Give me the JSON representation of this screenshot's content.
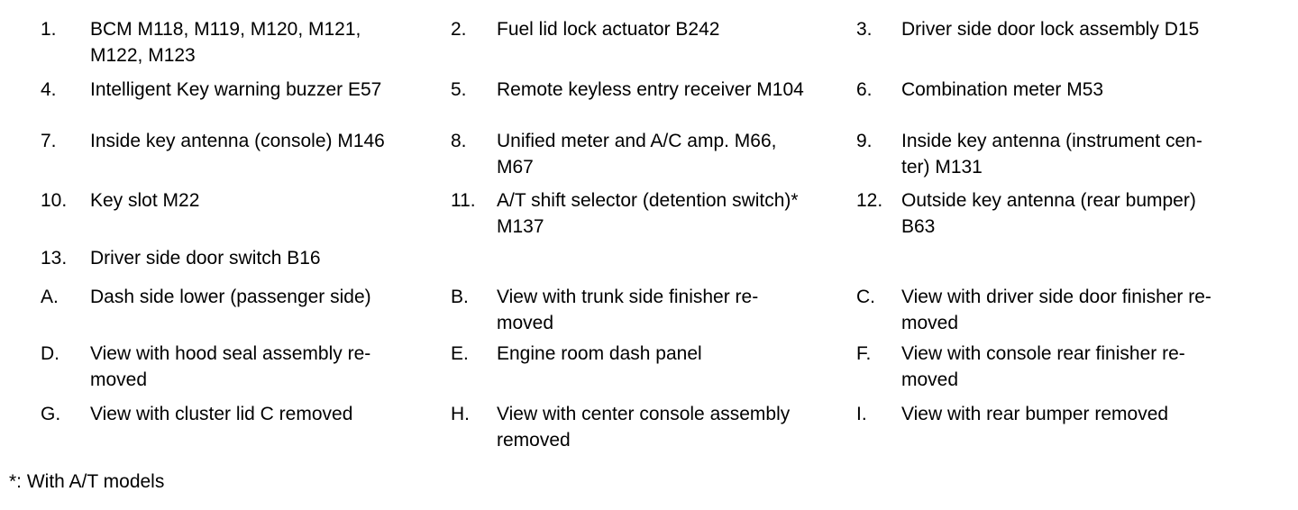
{
  "legend": {
    "rows": [
      {
        "cells": [
          {
            "label": "1.",
            "text": "BCM M118, M119, M120, M121,\nM122, M123"
          },
          {
            "label": "2.",
            "text": "Fuel lid lock actuator B242"
          },
          {
            "label": "3.",
            "text": "Driver side door lock assembly D15"
          }
        ]
      },
      {
        "cells": [
          {
            "label": "4.",
            "text": "Intelligent Key warning buzzer E57"
          },
          {
            "label": "5.",
            "text": "Remote keyless entry receiver M104"
          },
          {
            "label": "6.",
            "text": "Combination meter M53"
          }
        ]
      },
      {
        "cells": [
          {
            "label": "7.",
            "text": "Inside key antenna (console) M146"
          },
          {
            "label": "8.",
            "text": "Unified meter and A/C amp. M66,\nM67"
          },
          {
            "label": "9.",
            "text": "Inside key antenna (instrument cen-\nter) M131"
          }
        ]
      },
      {
        "cells": [
          {
            "label": "10.",
            "text": "Key slot M22"
          },
          {
            "label": "11.",
            "text": "A/T shift selector (detention switch)*\nM137"
          },
          {
            "label": "12.",
            "text": "Outside key antenna (rear bumper)\nB63"
          }
        ]
      },
      {
        "cells": [
          {
            "label": "13.",
            "text": "Driver side door switch B16"
          },
          null,
          null
        ]
      },
      {
        "cells": [
          {
            "label": "A.",
            "text": "Dash side lower (passenger side)"
          },
          {
            "label": "B.",
            "text": "View with trunk side finisher re-\nmoved"
          },
          {
            "label": "C.",
            "text": "View with driver side door finisher re-\nmoved"
          }
        ]
      },
      {
        "cells": [
          {
            "label": "D.",
            "text": "View with hood seal assembly re-\nmoved"
          },
          {
            "label": "E.",
            "text": "Engine room dash panel"
          },
          {
            "label": "F.",
            "text": "View with console rear finisher re-\nmoved"
          }
        ]
      },
      {
        "cells": [
          {
            "label": "G.",
            "text": "View with cluster lid C removed"
          },
          {
            "label": "H.",
            "text": "View with center console assembly\nremoved"
          },
          {
            "label": "I.",
            "text": "View with rear bumper removed"
          }
        ]
      }
    ],
    "footnote": "*: With A/T models",
    "text_color": "#000000",
    "background_color": "#ffffff"
  }
}
